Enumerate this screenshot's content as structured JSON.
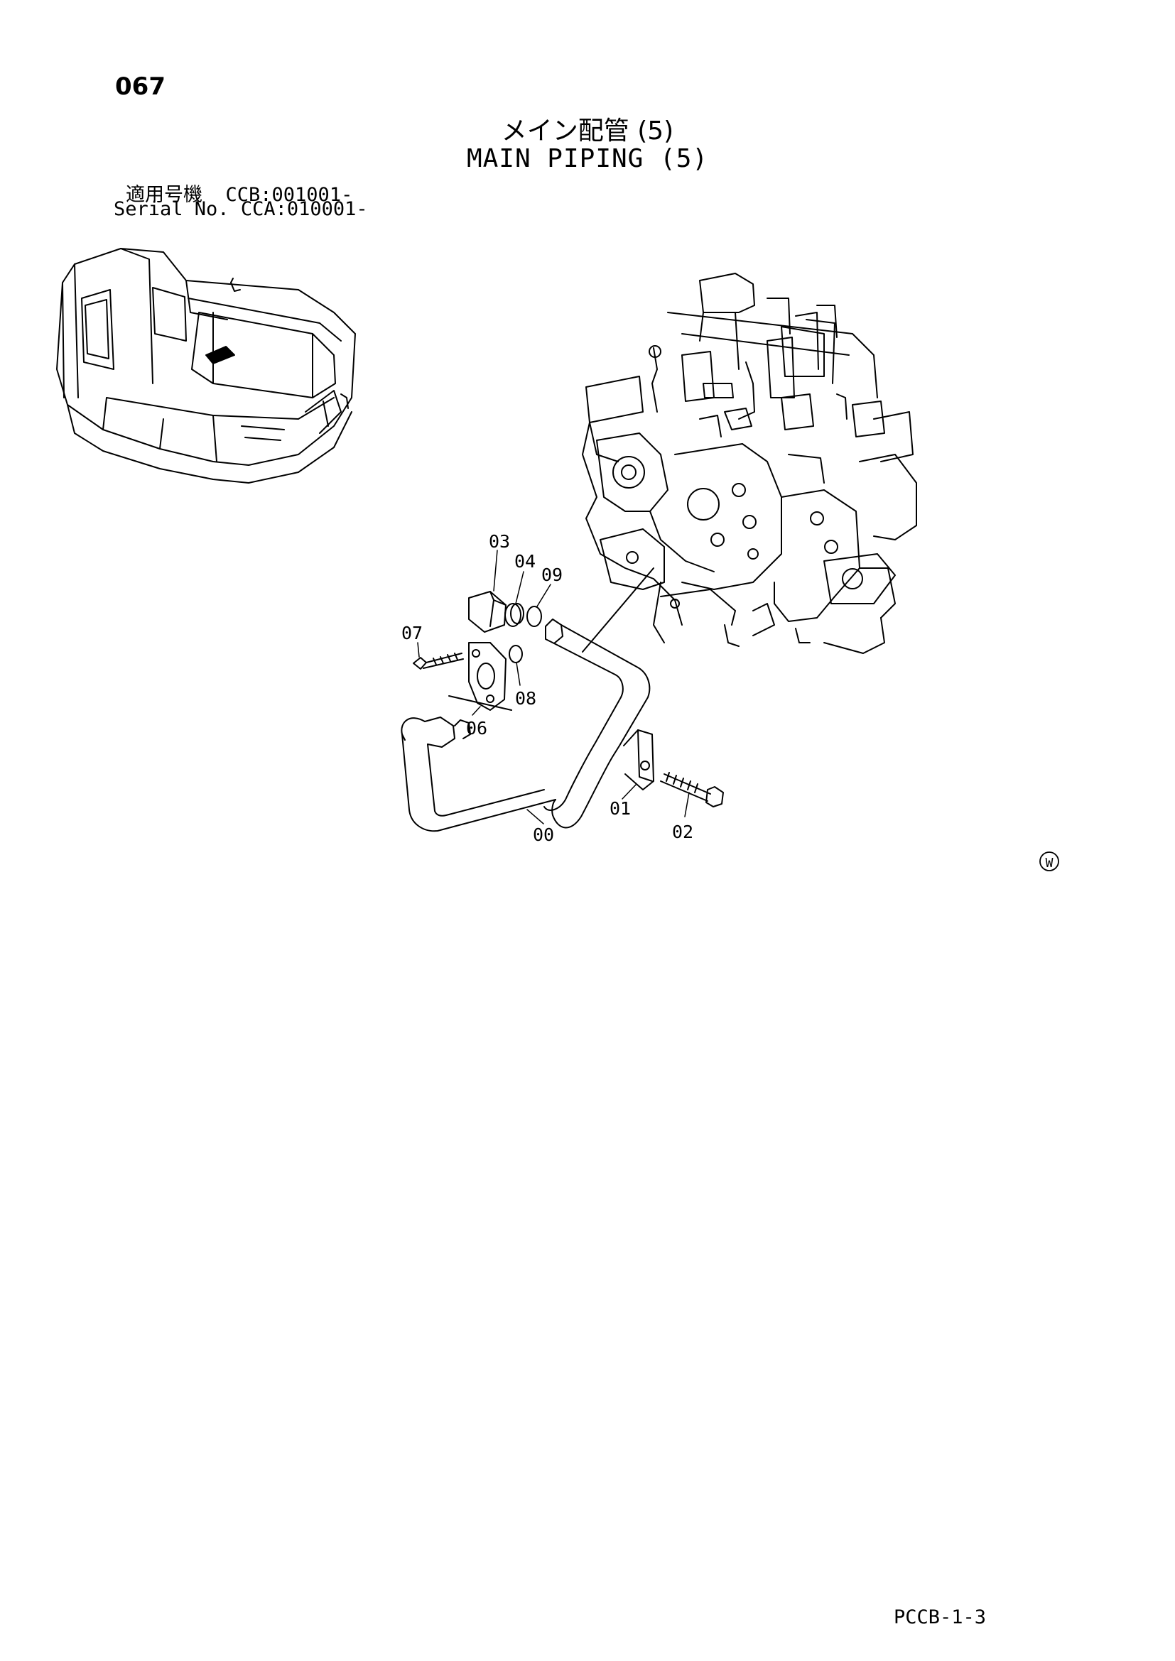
{
  "page_number": "067",
  "title_ja": "メイン配管 (5)",
  "title_en": "MAIN PIPING (5)",
  "serial": {
    "ja_label": "適用号機",
    "ja_value": "CCB:001001-",
    "en_label": "Serial No.",
    "en_value": "CCA:010001-"
  },
  "parts": [
    "00",
    "01",
    "02",
    "03",
    "04",
    "06",
    "07",
    "08",
    "09"
  ],
  "region_mark": "W",
  "footer_code": "PCCB-1-3"
}
